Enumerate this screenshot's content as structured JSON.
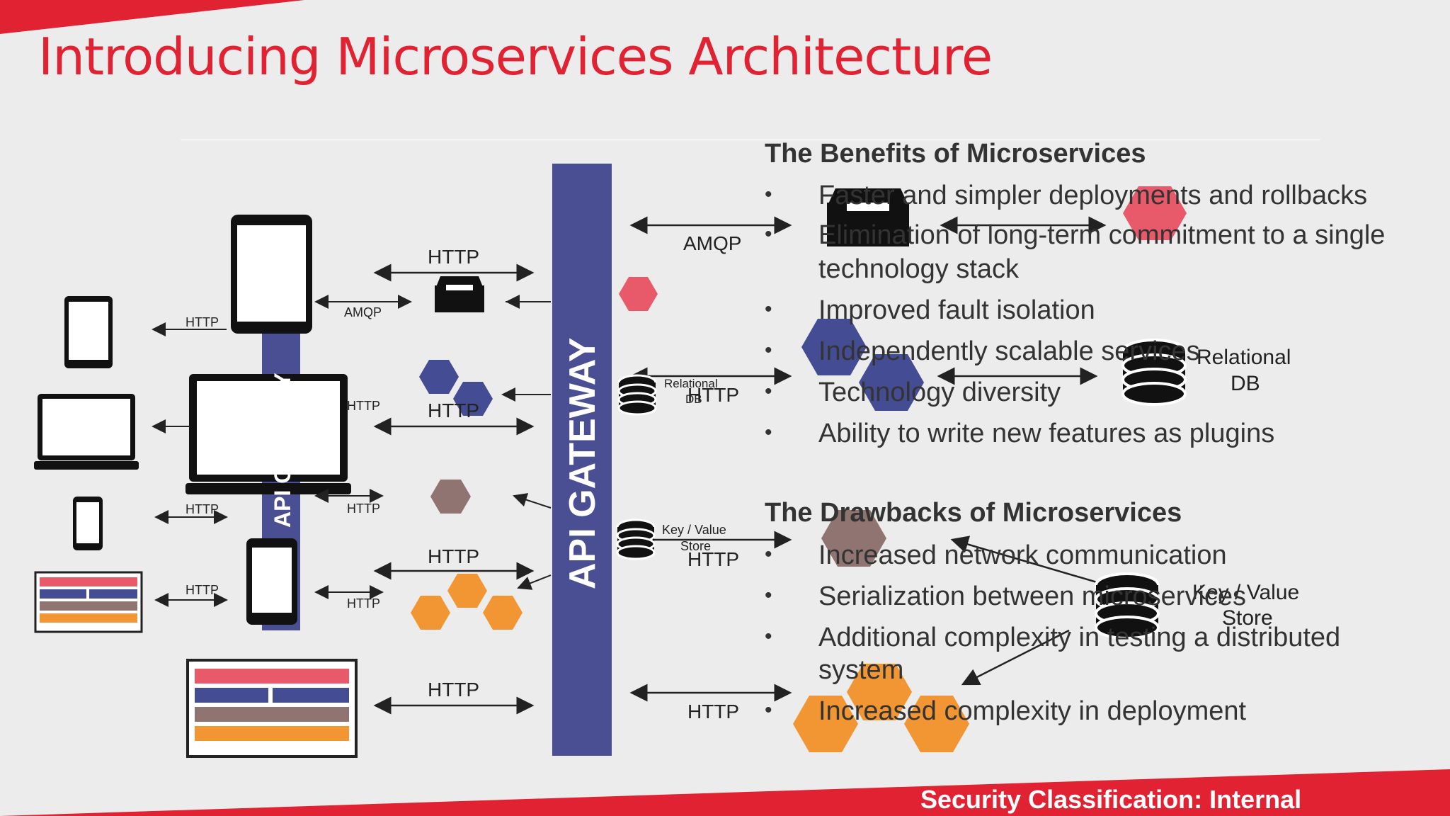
{
  "slide": {
    "title": "Introducing Microservices Architecture",
    "footer": "Security Classification: Internal",
    "accent_color": "#e02233"
  },
  "diagram": {
    "gateway_label": "API GATEWAY",
    "small_gateway_label": "API GATEWAY",
    "labels": {
      "http": "HTTP",
      "amqp": "AMQP",
      "relational_db_line1": "Relational",
      "relational_db_line2": "DB",
      "kv_line1": "Key / Value",
      "kv_line2": "Store"
    },
    "colors": {
      "gateway": "#4a4f93",
      "hex_red": "#e8596a",
      "hex_blue": "#444c94",
      "hex_brown": "#8f7472",
      "hex_orange": "#f29634"
    }
  },
  "benefits": {
    "heading": "The Benefits of Microservices",
    "items": [
      "Faster and simpler deployments and rollbacks",
      "Elimination of long-term commitment to a single",
      "technology stack",
      "Improved fault isolation",
      "Independently scalable services",
      "Technology diversity",
      "Ability to write new features as plugins"
    ]
  },
  "drawbacks": {
    "heading": "The Drawbacks of Microservices",
    "items": [
      "Increased network communication",
      "Serialization between microservices",
      "Additional complexity in testing a distributed",
      "system",
      "Increased complexity in deployment"
    ]
  }
}
